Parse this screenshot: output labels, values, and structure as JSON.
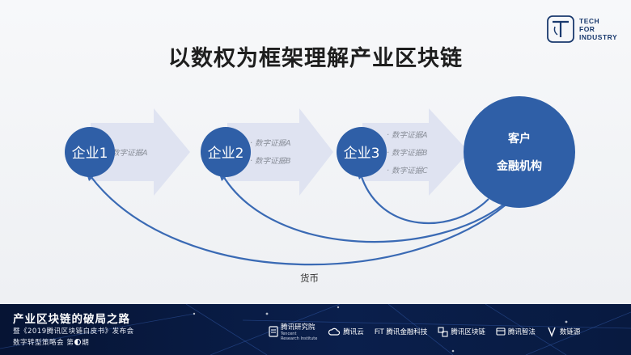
{
  "title": "以数权为框架理解产业区块链",
  "logo": {
    "line1": "TECH",
    "line2": "FOR",
    "line3": "INDUSTRY",
    "color": "#1a3a6e"
  },
  "diagram": {
    "circle_color": "#2f5fa7",
    "arrow_color": "#dfe3f1",
    "curve_color": "#3a6ab4",
    "nodes": [
      {
        "label": "企业1",
        "bullets": [
          "数字证据A"
        ]
      },
      {
        "label": "企业2",
        "bullets": [
          "数字证据A",
          "数字证据B"
        ]
      },
      {
        "label": "企业3",
        "bullets": [
          "数字证据A",
          "数字证据B",
          "数字证据C"
        ]
      }
    ],
    "sink": {
      "line1": "客户",
      "line2": "金融机构"
    },
    "flow_label": "货币"
  },
  "footer": {
    "title": "产业区块链的破局之路",
    "subtitle": "暨《2019腾讯区块链白皮书》发布会",
    "subtitle2_prefix": "数字转型策略会 第",
    "subtitle2_suffix": "期",
    "sponsors": [
      {
        "name": "腾讯研究院",
        "small1": "Tencent",
        "small2": "Research Institute",
        "icon": "doc-icon"
      },
      {
        "name": "腾讯云",
        "icon": "cloud-icon"
      },
      {
        "name": "FiT 腾讯金融科技",
        "icon": "fit-icon"
      },
      {
        "name": "腾讯区块链",
        "icon": "chain-icon"
      },
      {
        "name": "腾讯智法",
        "icon": "law-icon"
      },
      {
        "name": "数链源",
        "icon": "source-icon"
      }
    ]
  }
}
